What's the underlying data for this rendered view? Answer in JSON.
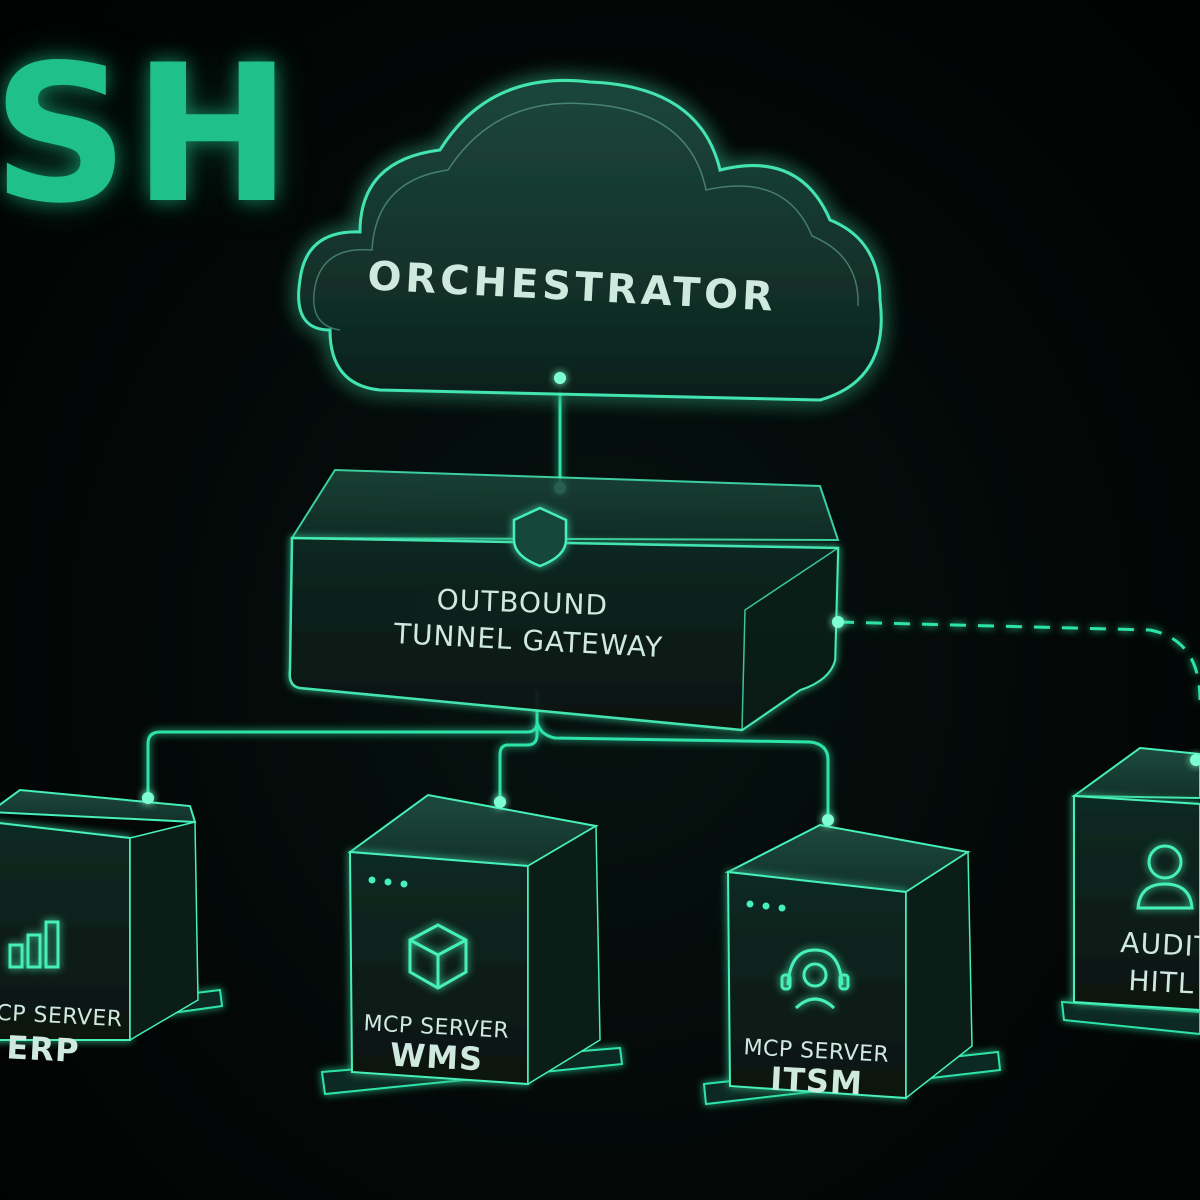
{
  "hero_text": "SH",
  "orchestrator": {
    "label": "ORCHESTRATOR",
    "icon": "cloud-icon"
  },
  "gateway": {
    "line1": "OUTBOUND",
    "line2": "TUNNEL GATEWAY",
    "icon": "shield-icon"
  },
  "servers": [
    {
      "prefix": "CP SERVER",
      "name": "ERP",
      "icon": "bar-chart-icon"
    },
    {
      "prefix": "MCP SERVER",
      "name": "WMS",
      "icon": "cube-icon"
    },
    {
      "prefix": "MCP SERVER",
      "name": "ITSM",
      "icon": "headset-user-icon"
    }
  ],
  "audit": {
    "line1": "AUDIT",
    "line2": "HITL",
    "icon": "user-icon"
  },
  "colors": {
    "accent": "#2fe3a8",
    "hero": "#20c08a",
    "background": "#020504"
  }
}
